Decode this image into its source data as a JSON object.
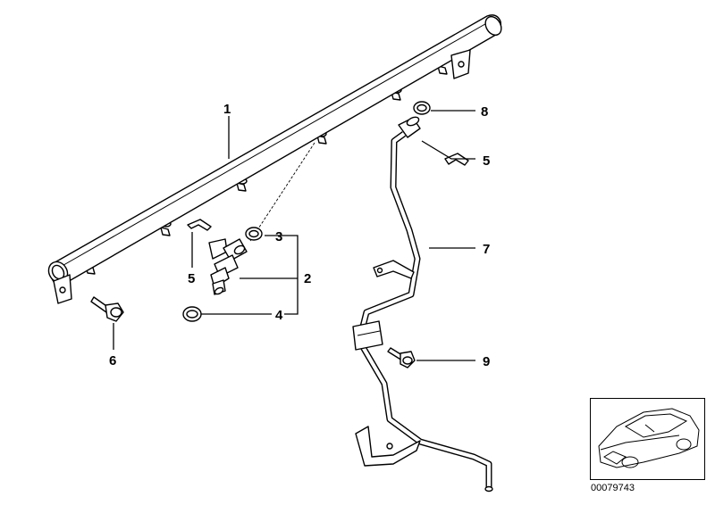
{
  "callouts": {
    "c1": "1",
    "c2": "2",
    "c3": "3",
    "c4": "4",
    "c5a": "5",
    "c5b": "5",
    "c6": "6",
    "c7": "7",
    "c8": "8",
    "c9": "9"
  },
  "diagram_id": "00079743"
}
